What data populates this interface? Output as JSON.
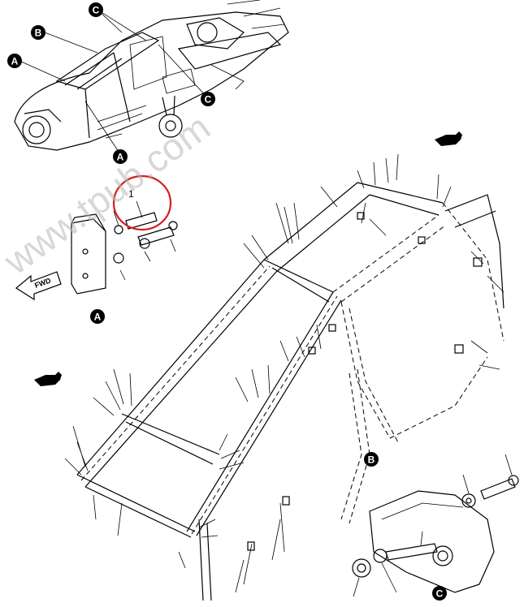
{
  "callouts": {
    "a": "A",
    "b": "B",
    "c": "C"
  },
  "item_number": "1",
  "fwd_label": "FWD",
  "watermark": "www.tpub.com",
  "highlight_color": "#d42020"
}
